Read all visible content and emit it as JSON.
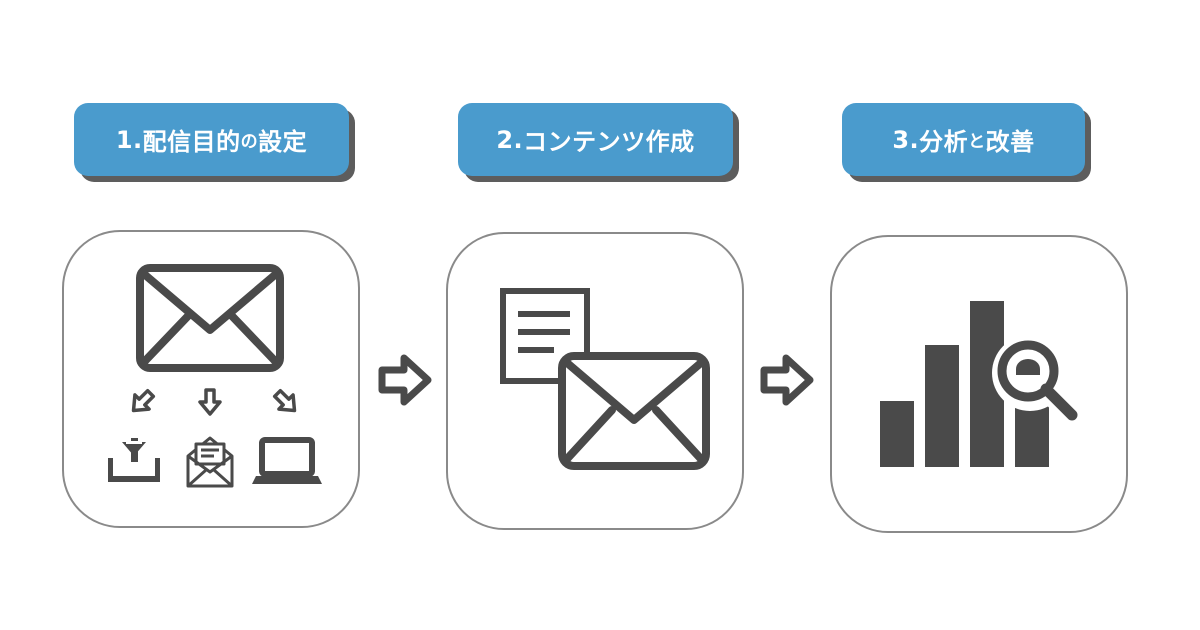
{
  "steps": [
    {
      "number_prefix": "1.",
      "text_main": "配信目的",
      "text_small": "の",
      "text_tail": "設定"
    },
    {
      "number_prefix": "2.",
      "text_main": "コンテンツ作成",
      "text_small": "",
      "text_tail": ""
    },
    {
      "number_prefix": "3.",
      "text_main": "分析",
      "text_small": "と",
      "text_tail": "改善"
    }
  ],
  "colors": {
    "label_bg": "#4a9bcd",
    "label_shadow": "#5d5d5d",
    "icon": "#4a4a4a",
    "card_border": "#8a8a8a"
  },
  "icons": {
    "card1": [
      "envelope-icon",
      "arrow-down-left-icon",
      "arrow-down-icon",
      "arrow-down-right-icon",
      "download-icon",
      "open-mail-icon",
      "laptop-icon"
    ],
    "card2": [
      "document-icon",
      "envelope-icon"
    ],
    "card3": [
      "bar-chart-icon",
      "magnifier-icon"
    ],
    "flow": [
      "right-arrow-icon",
      "right-arrow-icon"
    ]
  }
}
